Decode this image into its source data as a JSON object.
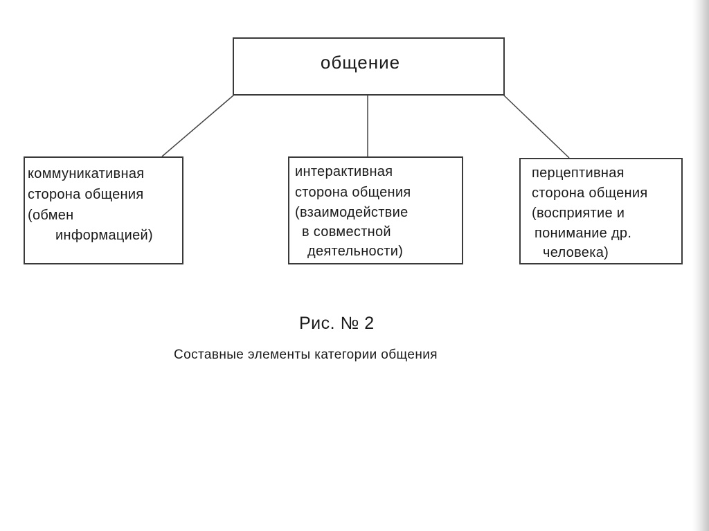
{
  "root": {
    "label": "общение"
  },
  "children": [
    {
      "lines": [
        "коммуникативная",
        "сторона общения",
        "(обмен",
        "информацией)"
      ]
    },
    {
      "lines": [
        "интерактивная",
        "сторона общения",
        "(взаимодействие",
        "в совместной",
        "деятельности)"
      ]
    },
    {
      "lines": [
        "перцептивная",
        "сторона общения",
        "(восприятие и",
        "понимание др.",
        "человека)"
      ]
    }
  ],
  "caption": {
    "title": "Рис. № 2",
    "subtitle": "Составные элементы категории общения"
  }
}
